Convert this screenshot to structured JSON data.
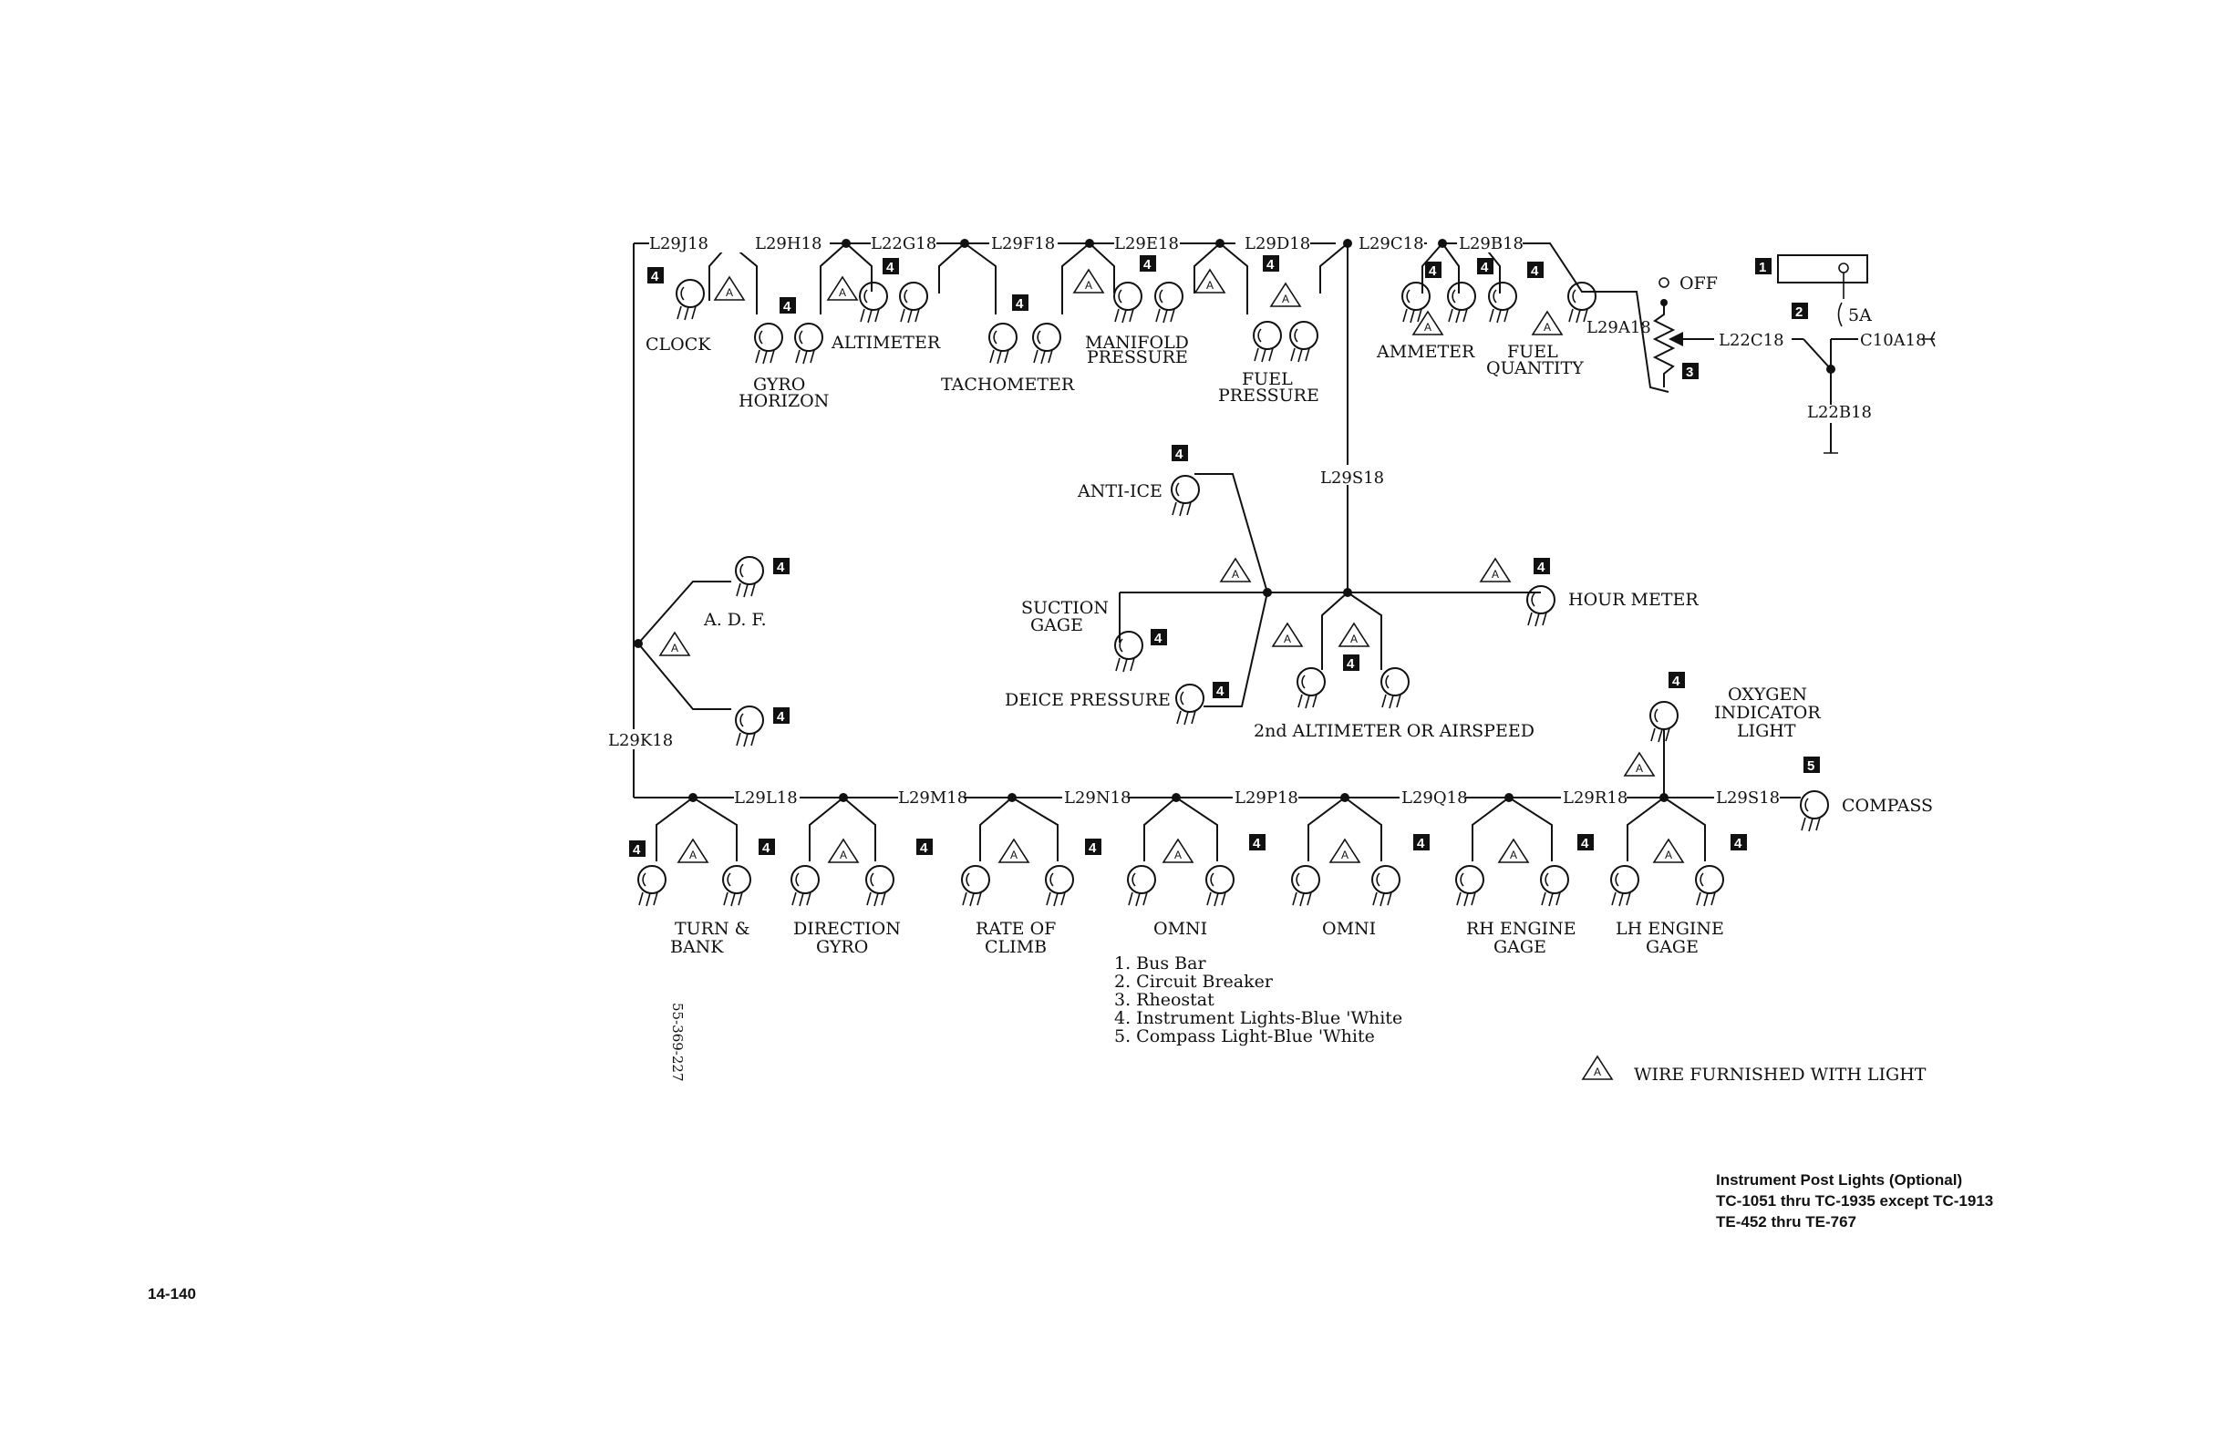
{
  "figure": {
    "wire_labels": {
      "top": [
        "L29J18",
        "L29H18",
        "L22G18",
        "L29F18",
        "L29E18",
        "L29D18",
        "L29C18",
        "L29B18"
      ],
      "bottom": [
        "L29L18",
        "L29M18",
        "L29N18",
        "L29P18",
        "L29Q18",
        "L29R18",
        "L29S18"
      ],
      "left_vertical": "L29K18",
      "center_vertical": "L29S18",
      "rheostat_feed": "L29A18",
      "breaker_in": "L22C18",
      "breaker_out": "C10A18",
      "breaker_down": "L22B18"
    },
    "instruments": {
      "clock": "CLOCK",
      "gyro_horizon": [
        "GYRO",
        "HORIZON"
      ],
      "altimeter": "ALTIMETER",
      "tachometer": "TACHOMETER",
      "manifold_pressure": [
        "MANIFOLD",
        "PRESSURE"
      ],
      "fuel_pressure": [
        "FUEL",
        "PRESSURE"
      ],
      "ammeter": "AMMETER",
      "fuel_quantity": [
        "FUEL",
        "QUANTITY"
      ],
      "anti_ice": "ANTI-ICE",
      "suction_gage": [
        "SUCTION",
        "GAGE"
      ],
      "deice_pressure": "DEICE PRESSURE",
      "hour_meter": "HOUR METER",
      "second_altimeter": "2nd ALTIMETER OR AIRSPEED",
      "adf": "A. D. F.",
      "oxygen": [
        "OXYGEN",
        "INDICATOR",
        "LIGHT"
      ],
      "compass": "COMPASS",
      "turn_bank": [
        "TURN &",
        "BANK"
      ],
      "direction_gyro": [
        "DIRECTION",
        "GYRO"
      ],
      "rate_of_climb": [
        "RATE OF",
        "CLIMB"
      ],
      "omni_1": "OMNI",
      "omni_2": "OMNI",
      "rh_engine": [
        "RH ENGINE",
        "GAGE"
      ],
      "lh_engine": [
        "LH ENGINE",
        "GAGE"
      ]
    },
    "switch_off": "OFF",
    "breaker_rating": "5A",
    "badges": [
      "1",
      "2",
      "3",
      "4",
      "5"
    ],
    "wire_tag": "A",
    "legend": [
      "1.  Bus Bar",
      "2.  Circuit Breaker",
      "3.  Rheostat",
      "4.  Instrument  Lights-Blue 'White",
      "5.  Compass  Light-Blue 'White"
    ],
    "note": "WIRE FURNISHED WITH LIGHT",
    "vertical_code": "55-369-227",
    "caption": [
      "Instrument Post Lights (Optional)",
      "TC-1051 thru TC-1935 except TC-1913",
      "TE-452 thru TE-767"
    ],
    "page_number": "14-140"
  }
}
